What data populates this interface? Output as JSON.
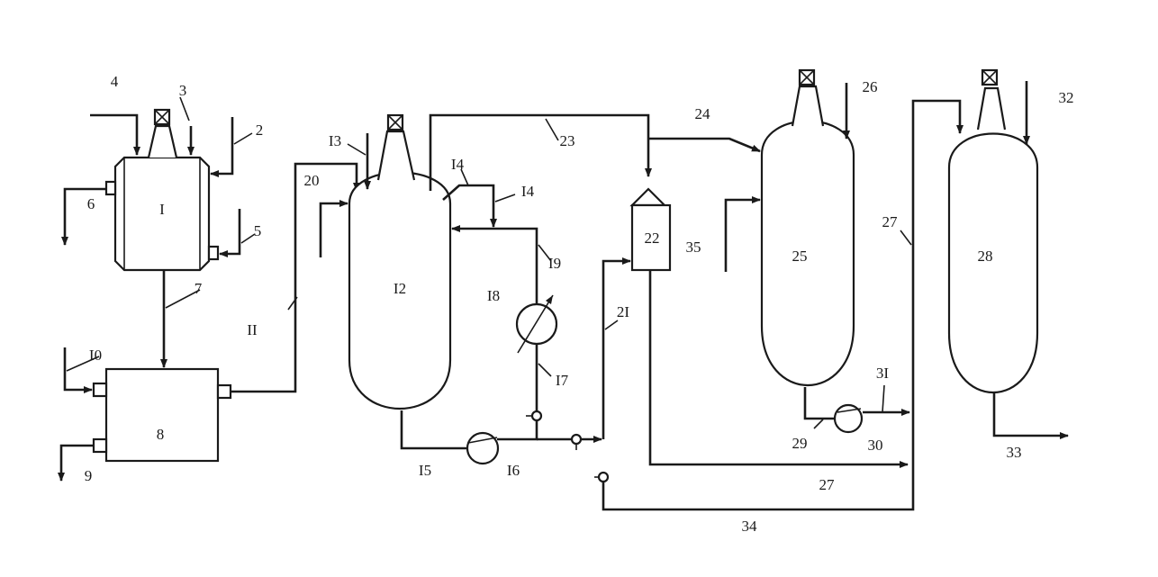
{
  "labels": {
    "l1": "I",
    "l2": "2",
    "l3": "3",
    "l4": "4",
    "l5": "5",
    "l6": "6",
    "l7": "7",
    "l8": "8",
    "l9": "9",
    "l10": "I0",
    "l11": "II",
    "l12": "I2",
    "l13": "I3",
    "l14a": "I4",
    "l14b": "I4",
    "l15": "I5",
    "l16": "I6",
    "l17": "I7",
    "l18": "I8",
    "l19": "I9",
    "l20": "20",
    "l21": "2I",
    "l22": "22",
    "l23": "23",
    "l24": "24",
    "l25": "25",
    "l26": "26",
    "l27a": "27",
    "l27b": "27",
    "l28": "28",
    "l29": "29",
    "l30": "30",
    "l31": "3I",
    "l32": "32",
    "l33": "33",
    "l34": "34",
    "l35": "35"
  }
}
